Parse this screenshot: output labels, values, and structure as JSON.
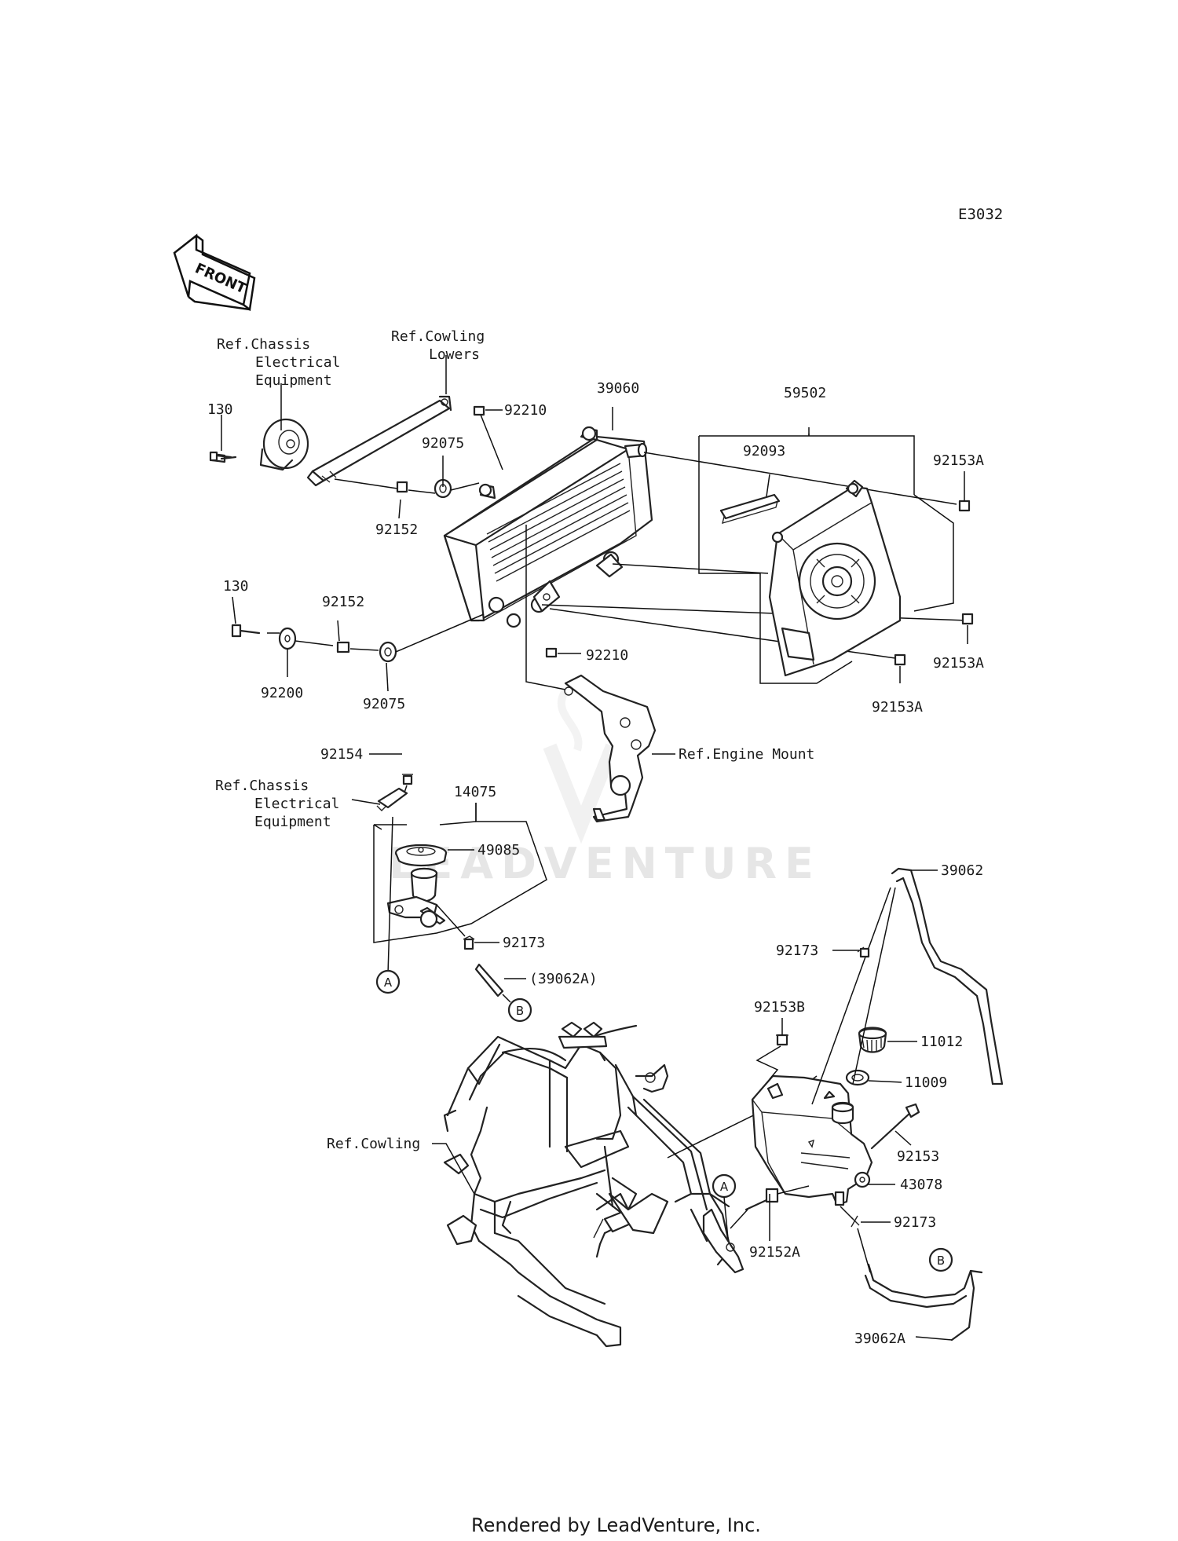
{
  "diagram_id": "E3032",
  "front_label": "FRONT",
  "watermark": "LEADVENTURE",
  "footer": "Rendered by LeadVenture, Inc.",
  "callouts": {
    "ref_chassis_top": [
      "Ref.Chassis",
      "Electrical",
      "Equipment"
    ],
    "ref_cowling_lowers": [
      "Ref.Cowling",
      "Lowers"
    ],
    "p130_top": "130",
    "p92152_top": "92152",
    "p92075_top": "92075",
    "p92210_top": "92210",
    "p39060": "39060",
    "p59502": "59502",
    "p92093": "92093",
    "p92153A_1": "92153A",
    "p92153A_2": "92153A",
    "p92153A_3": "92153A",
    "p130_bottom": "130",
    "p92152_bottom": "92152",
    "p92200": "92200",
    "p92075_bottom": "92075",
    "p92210_bottom": "92210",
    "ref_engine_mount": "Ref.Engine Mount",
    "p92154": "92154",
    "ref_chassis_mid": [
      "Ref.Chassis",
      "Electrical",
      "Equipment"
    ],
    "p14075": "14075",
    "p49085": "49085",
    "p92173_left": "92173",
    "p39062A_paren": "(39062A)",
    "p39062": "39062",
    "p92173_right": "92173",
    "p92153B": "92153B",
    "p11012": "11012",
    "p11009": "11009",
    "ref_cowling": "Ref.Cowling",
    "p92153": "92153",
    "p43078": "43078",
    "p92152A": "92152A",
    "p92173_bottom": "92173",
    "p39062A": "39062A",
    "marker_A_left": "A",
    "marker_B_left": "B",
    "marker_A_right": "A",
    "marker_B_right": "B"
  }
}
